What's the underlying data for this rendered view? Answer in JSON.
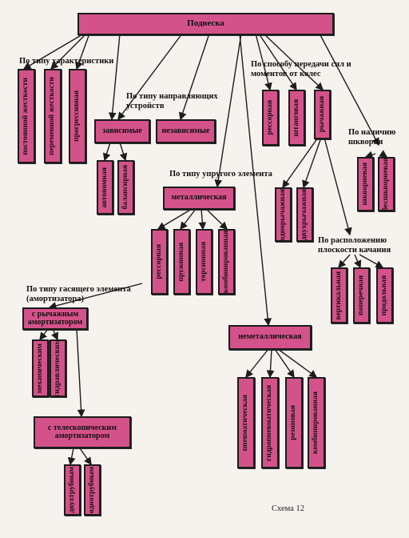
{
  "root": "Подвеска",
  "characteristic": {
    "label": "По типу характеристики",
    "items": [
      "постоянной жесткости",
      "переменной жесткости",
      "прогрессивная"
    ]
  },
  "guides": {
    "label": "По типу направляющих устройств",
    "dependent": "зависимые",
    "independent": "независимые",
    "dependent_items": [
      "автономная",
      "балансирная"
    ]
  },
  "elastic": {
    "label": "По типу упругого элемента",
    "metallic": "металлическая",
    "metallic_items": [
      "рессорная",
      "пружинная",
      "торсионная",
      "комбинированная"
    ],
    "nonmetallic": "неметаллическая",
    "nonmetallic_items": [
      "пневматическая",
      "гидропневматическая",
      "резиновая",
      "комбинированная"
    ]
  },
  "damping": {
    "label": "По типу гасящего элемента (амортизатора)",
    "lever": "с рычажным амортизатором",
    "lever_items": [
      "механическим",
      "гидравлическим"
    ],
    "telescopic": "с телескопическим амортизатором",
    "telescopic_items": [
      "двухтрубным",
      "однотрубным"
    ]
  },
  "transfer": {
    "label": "По способу передачи сил и моментов от колес",
    "items": [
      "рессорная",
      "штанговая",
      "рычажная"
    ],
    "lever_items": [
      "одноры­чажная",
      "двухрычажная"
    ]
  },
  "plane": {
    "label": "По расположению плоскости качания",
    "items": [
      "вертикальная",
      "поперечная",
      "продольная"
    ]
  },
  "kingpin": {
    "label": "По наличию шкворня",
    "items": [
      "шкворневая",
      "бесшкворневая"
    ]
  },
  "caption": "Схема 12",
  "colors": {
    "box": "#d4528a",
    "line": "#1c1c1c",
    "background": "#f6f2ee"
  }
}
